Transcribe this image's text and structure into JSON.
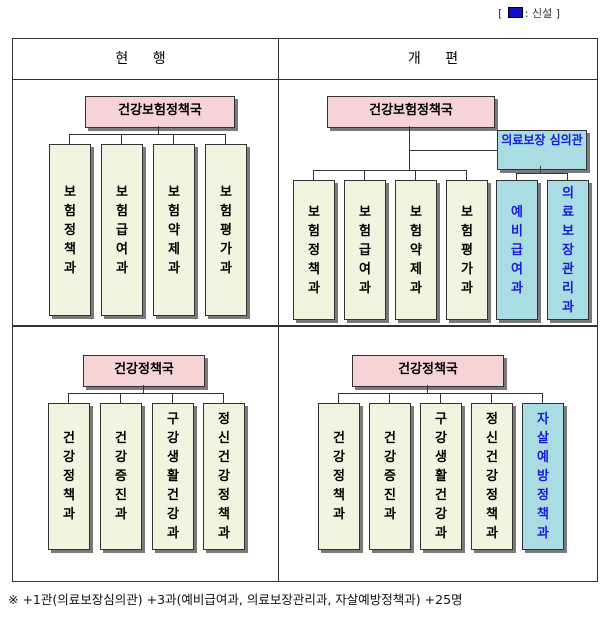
{
  "legend": {
    "open": "[",
    "label": ": 신설",
    "close": "]"
  },
  "headers": {
    "current": "현 행",
    "reorganized": "개 편"
  },
  "panels": {
    "current_top": {
      "bureau": "건강보험정책국",
      "divisions": [
        "보험정책과",
        "보험급여과",
        "보험약제과",
        "보험평가과"
      ]
    },
    "reorg_top": {
      "bureau": "건강보험정책국",
      "office": "의료보장 심의관",
      "divisions": [
        "보험정책과",
        "보험급여과",
        "보험약제과",
        "보험평가과"
      ],
      "new_divisions": [
        "예비급여과",
        "의료보장관리과"
      ]
    },
    "current_bottom": {
      "bureau": "건강정책국",
      "divisions": [
        "건강정책과",
        "건강증진과",
        "구강생활건강과",
        "정신건강정책과"
      ]
    },
    "reorg_bottom": {
      "bureau": "건강정책국",
      "divisions": [
        "건강정책과",
        "건강증진과",
        "구강생활건강과",
        "정신건강정책과"
      ],
      "new_divisions": [
        "자살예방정책과"
      ]
    }
  },
  "footnote": "※  +1관(의료보장심의관) +3과(예비급여과, 의료보장관리과, 자살예방정책과) +25명",
  "colors": {
    "bureau_fill": "#f6d4d6",
    "division_fill": "#f1f5e0",
    "new_fill": "#a9dce3",
    "new_text": "#1a1ad8",
    "legend_swatch": "#1010c8"
  }
}
